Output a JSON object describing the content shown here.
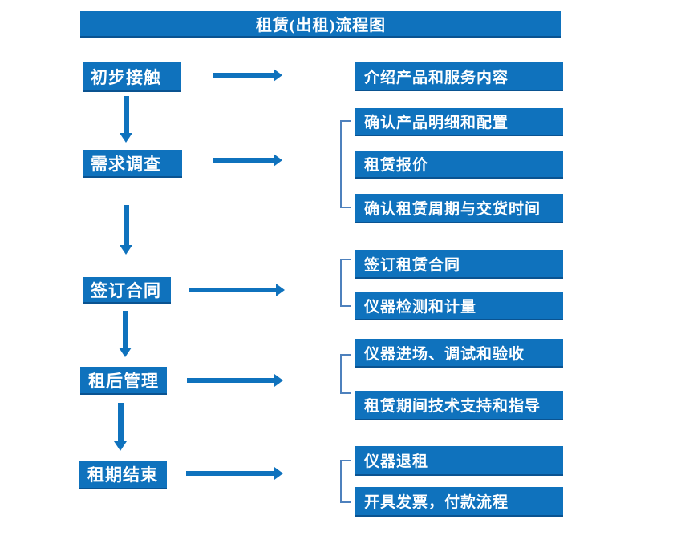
{
  "title": "租赁(出租)流程图",
  "colors": {
    "primary_blue": "#0f72bd",
    "box_edge": "#0a5391",
    "bracket_blue": "#4e81bd",
    "text": "#ffffff",
    "background": "#ffffff"
  },
  "diagram_type": "flowchart",
  "steps": [
    {
      "label": "初步接触",
      "details": [
        "介绍产品和服务内容"
      ]
    },
    {
      "label": "需求调查",
      "details": [
        "确认产品明细和配置",
        "租赁报价",
        "确认租赁周期与交货时间"
      ]
    },
    {
      "label": "签订合同",
      "details": [
        "签订租赁合同",
        "仪器检测和计量"
      ]
    },
    {
      "label": "租后管理",
      "details": [
        "仪器进场、调试和验收",
        "租赁期间技术支持和指导"
      ]
    },
    {
      "label": "租期结束",
      "details": [
        "仪器退租",
        "开具发票，付款流程"
      ]
    }
  ]
}
